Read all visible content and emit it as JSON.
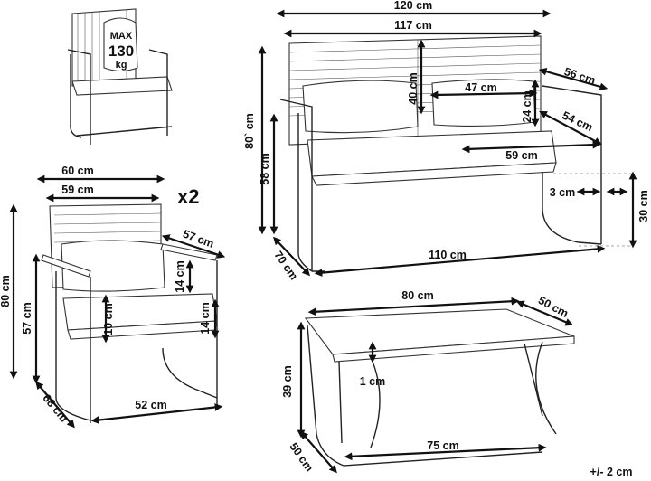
{
  "badge": {
    "line1": "MAX",
    "line2": "130",
    "line3": "kg"
  },
  "sofa": {
    "width_total": "120 cm",
    "width_back": "117 cm",
    "armrest_depth": "56 cm",
    "cushion_width": "47 cm",
    "back_height": "40 cm",
    "cushion_height": "24 cm",
    "seat_depth": "54 cm",
    "height_total": "80` cm",
    "seat_height": "58 cm",
    "seat_width": "59 cm",
    "leg_gap": "3 cm",
    "frame_height": "30 cm",
    "base_width": "110 cm",
    "depth_total": "70 cm"
  },
  "chair": {
    "quantity": "x2",
    "width_total": "60 cm",
    "width_back": "59 cm",
    "armrest_depth": "57 cm",
    "cushion_height": "14 cm",
    "seat_thickness": "10 cm",
    "seat_cushion": "14 cm",
    "height_total": "80 cm",
    "seat_height": "57 cm",
    "base_width": "52 cm",
    "depth_total": "68 cm"
  },
  "table": {
    "length": "80 cm",
    "width": "50 cm",
    "height": "39 cm",
    "top_thickness": "1 cm",
    "base_length": "75 cm",
    "base_width": "50 cm"
  },
  "tolerance": "+/- 2 cm"
}
